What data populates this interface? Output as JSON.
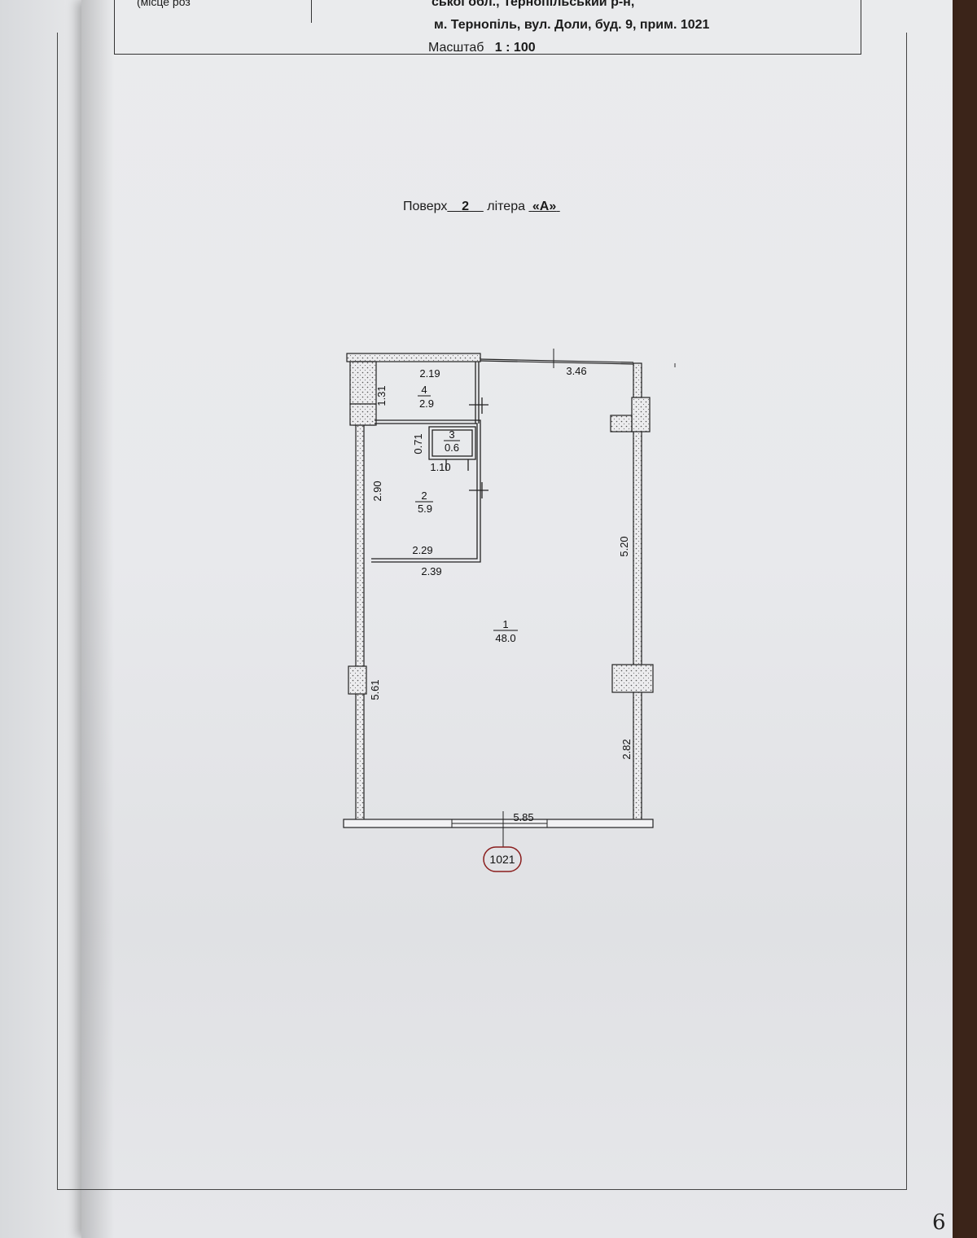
{
  "header": {
    "place_label": "(місце роз",
    "address_line1": "ської обл., Тернопільський р-н,",
    "address_line2": "м. Тернопіль, вул. Доли, буд. 9, прим. 1021",
    "scale_label": "Масштаб",
    "scale_value": "1 : 100"
  },
  "floor": {
    "label": "Поверх",
    "number": "2",
    "letter_label": "літера",
    "letter": "«А»"
  },
  "rooms": [
    {
      "number": "4",
      "area": "2.9"
    },
    {
      "number": "3",
      "area": "0.6"
    },
    {
      "number": "2",
      "area": "5.9"
    },
    {
      "number": "1",
      "area": "48.0"
    }
  ],
  "dimensions": {
    "room4_width": "2.19",
    "room4_height": "1.31",
    "top_right": "3.46",
    "room3_height": "0.71",
    "room3_width": "1.10",
    "room2_height": "2.90",
    "room2_inner": "2.29",
    "room2_outer": "2.39",
    "right_upper": "5.20",
    "left_lower": "5.61",
    "right_lower": "2.82",
    "bottom": "5.85"
  },
  "unit_badge": "1021",
  "page_number": "6"
}
